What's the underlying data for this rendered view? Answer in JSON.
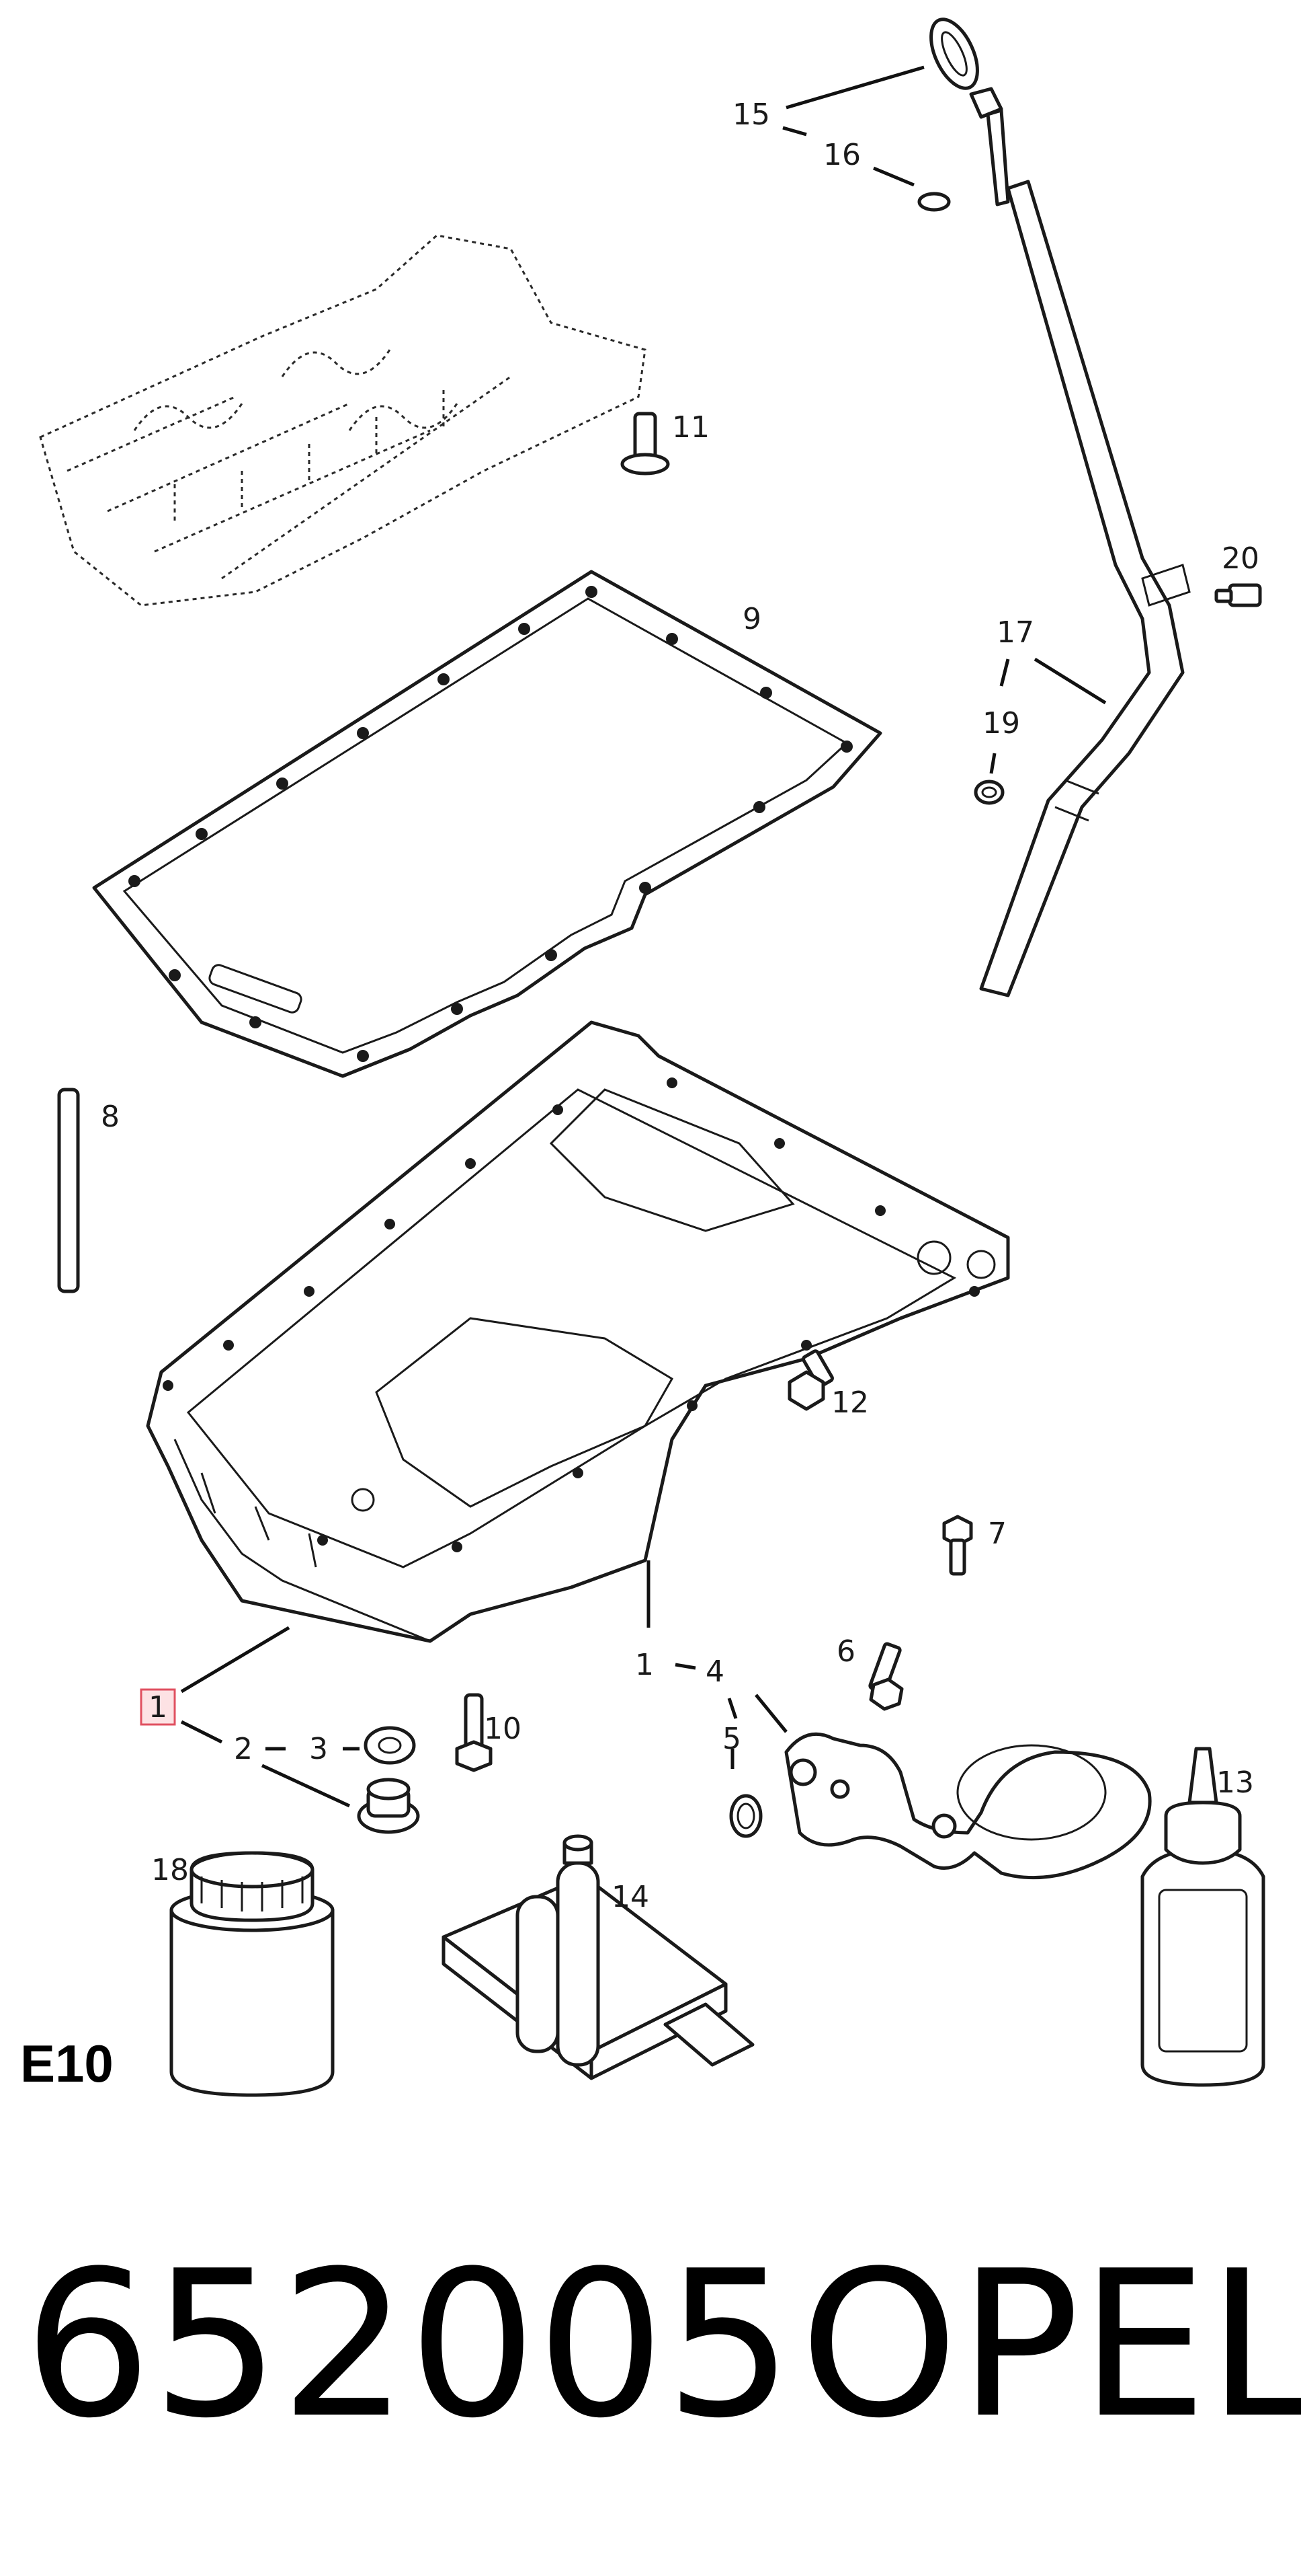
{
  "diagram": {
    "section_code": "E10",
    "callouts": [
      "1",
      "2",
      "3",
      "4",
      "5",
      "6",
      "7",
      "8",
      "9",
      "10",
      "11",
      "12",
      "13",
      "14",
      "15",
      "16",
      "17",
      "18",
      "19",
      "20"
    ],
    "highlighted_callout": "1",
    "highlight_color": "#e05060",
    "footer": {
      "part_number": "652005",
      "brand": "OPEL"
    }
  }
}
